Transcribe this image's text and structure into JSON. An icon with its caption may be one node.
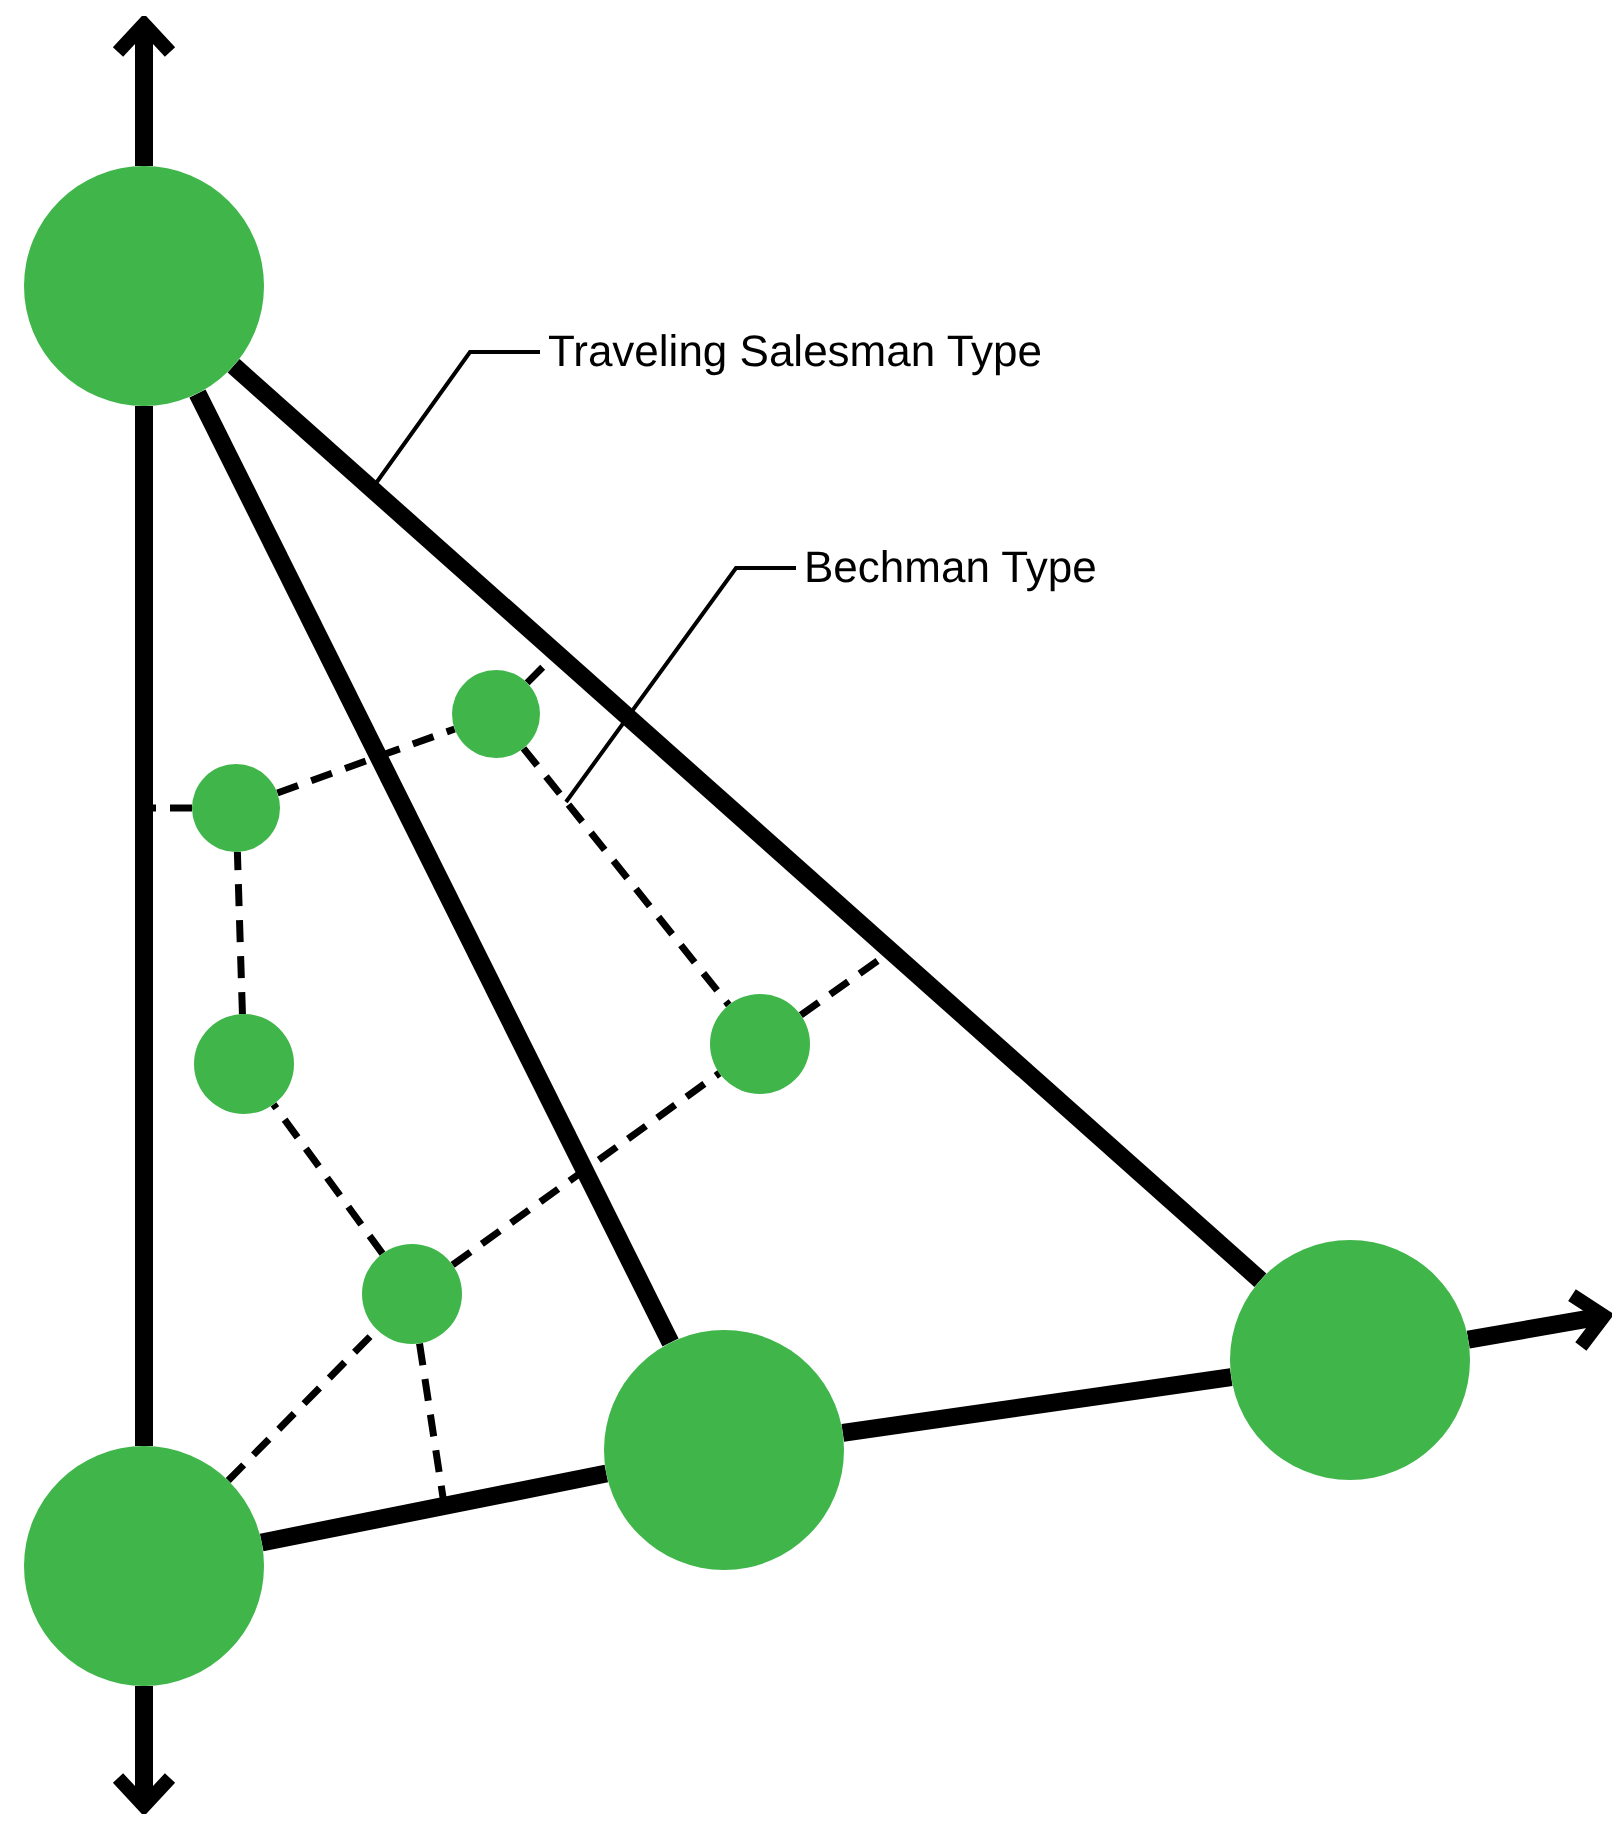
{
  "diagram": {
    "nodes": [
      {
        "text": [],
        "shape": "circle"
      },
      {
        "text": [
          "Traveling Salesman Type"
        ]
      },
      {
        "text": [
          "Bechman Type"
        ]
      },
      {
        "text": [],
        "shape": "circle"
      },
      {
        "text": [],
        "shape": "circle"
      },
      {
        "text": [],
        "shape": "circle"
      },
      {
        "text": [],
        "shape": "circle"
      },
      {
        "text": [],
        "shape": "circle"
      },
      {
        "text": [],
        "shape": "circle"
      },
      {
        "text": [],
        "shape": "circle"
      },
      {
        "text": [],
        "shape": "circle"
      }
    ],
    "edges": [
      {
        "from": 0,
        "to": 10,
        "arrow": "none",
        "style": "thick"
      },
      {
        "from": 0,
        "to": 9,
        "arrow": "none",
        "style": "thick"
      },
      {
        "from": 0,
        "to": 8,
        "arrow": "none",
        "style": "thick"
      },
      {
        "from": 10,
        "to": 9,
        "arrow": "none",
        "style": "thick"
      },
      {
        "from": 9,
        "to": 8,
        "arrow": "none",
        "style": "thick"
      },
      {
        "from": 0,
        "to": null,
        "arrow": "to",
        "style": "thick"
      },
      {
        "from": 10,
        "to": null,
        "arrow": "to",
        "style": "thick"
      },
      {
        "from": 8,
        "to": null,
        "arrow": "to",
        "style": "thick"
      },
      {
        "from": 10,
        "to": 7,
        "arrow": "none",
        "style": "dashed"
      },
      {
        "from": 7,
        "to": 6,
        "arrow": "none",
        "style": "dashed"
      },
      {
        "from": 6,
        "to": 4,
        "arrow": "none",
        "style": "dashed"
      },
      {
        "from": 4,
        "to": 3,
        "arrow": "none",
        "style": "dashed"
      },
      {
        "from": 3,
        "to": null,
        "arrow": "none",
        "style": "dashed"
      },
      {
        "from": 4,
        "to": null,
        "arrow": "none",
        "style": "dashed"
      },
      {
        "from": 3,
        "to": 5,
        "arrow": "none",
        "style": "dashed"
      },
      {
        "from": 7,
        "to": 5,
        "arrow": "none",
        "style": "dashed"
      },
      {
        "from": 5,
        "to": null,
        "arrow": "none",
        "style": "dashed"
      },
      {
        "from": 7,
        "to": null,
        "arrow": "none",
        "style": "dashed"
      },
      {
        "from": 1,
        "to": null,
        "arrow": "none"
      },
      {
        "from": 2,
        "to": null,
        "arrow": "none"
      }
    ]
  }
}
